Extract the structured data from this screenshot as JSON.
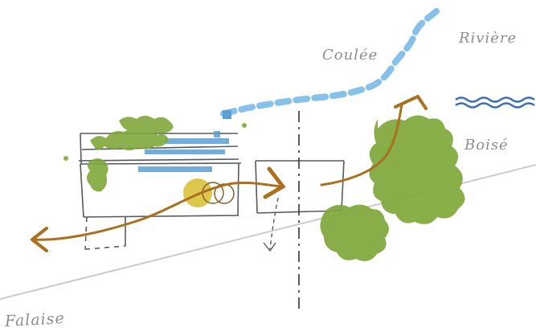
{
  "labels": {
    "coulee": "Coulée",
    "riviere": "Rivière",
    "boise": "Boisé",
    "falaise": "Falaise"
  },
  "colors": {
    "water": "#5a9fd6",
    "vegetation": "#7fa83a",
    "path": "#a8701f",
    "sun": "#d9c23a",
    "line": "#555a5e",
    "ground": "#c9cccf",
    "label": "#8a8f93"
  }
}
